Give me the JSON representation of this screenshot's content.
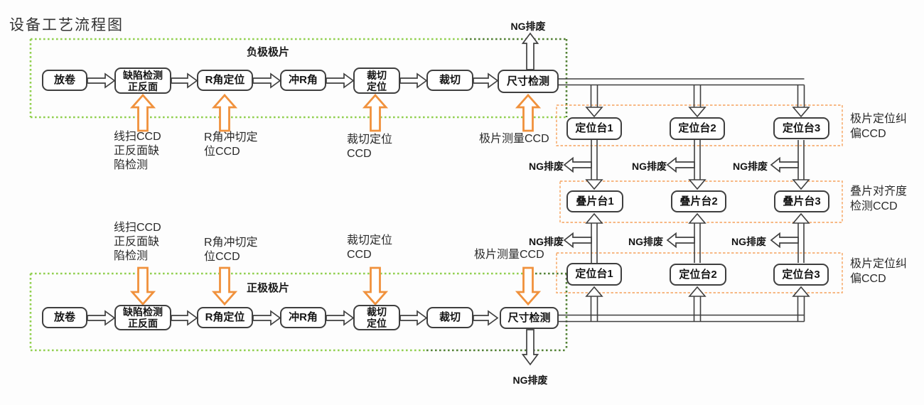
{
  "title": "设备工艺流程图",
  "labels": {
    "ng_waste": "NG排废"
  },
  "colors": {
    "box_border": "#3F3F3F",
    "light_green": "#92D050",
    "dark_green": "#538135",
    "orange_arrow": "#F0913C",
    "orange_dash": "#F5A25D"
  },
  "diagram": {
    "negative": {
      "group_label": "负极极片",
      "steps": [
        "放卷",
        "缺陷检测\n正反面",
        "R角定位",
        "冲R角",
        "裁切\n定位",
        "裁切",
        "尺寸检测"
      ],
      "ccd": [
        "线扫CCD\n正反面缺\n陷检测",
        "R角冲切定\n位CCD",
        "裁切定位\nCCD",
        "极片测量CCD"
      ]
    },
    "positive": {
      "group_label": "正极极片",
      "steps": [
        "放卷",
        "缺陷检测\n正反面",
        "R角定位",
        "冲R角",
        "裁切\n定位",
        "裁切",
        "尺寸检测"
      ],
      "ccd": [
        "线扫CCD\n正反面缺\n陷检测",
        "R角冲切定\n位CCD",
        "裁切定位\nCCD",
        "极片测量CCD"
      ]
    },
    "stations": {
      "positioning_top": [
        "定位台1",
        "定位台2",
        "定位台3"
      ],
      "stacking": [
        "叠片台1",
        "叠片台2",
        "叠片台3"
      ],
      "positioning_bottom": [
        "定位台1",
        "定位台2",
        "定位台3"
      ]
    },
    "right_panels": [
      "极片定位纠\n偏CCD",
      "叠片对齐度\n检测CCD",
      "极片定位纠\n偏CCD"
    ]
  }
}
